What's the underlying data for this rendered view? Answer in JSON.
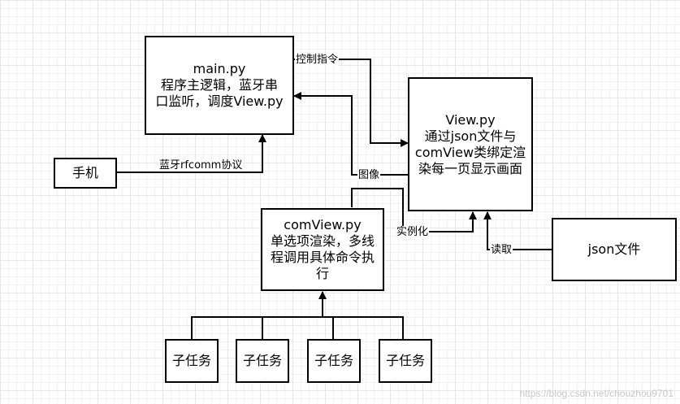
{
  "nodes": {
    "main": "main.py\n程序主逻辑，蓝牙串\n口监听，调度View.py",
    "view": "View.py\n通过json文件与\ncomView类绑定渲\n染每一页显示画面",
    "phone": "手机",
    "comview": "comView.py\n单选项渲染，多线\n程调用具体命令执\n行",
    "json": "json文件",
    "subtasks": [
      "子任务",
      "子任务",
      "子任务",
      "子任务"
    ]
  },
  "edges": {
    "control": "控制指令",
    "bluetooth": "蓝牙rfcomm协议",
    "image": "图像",
    "instantiate": "实例化",
    "read": "读取"
  },
  "watermark": "https://blog.csdn.net/chouzhou9701"
}
